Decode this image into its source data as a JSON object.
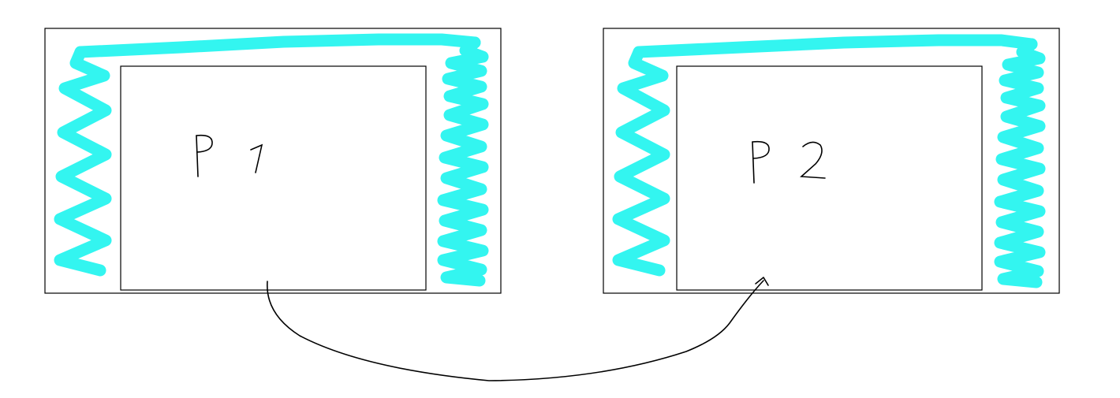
{
  "diagram": {
    "panels": [
      {
        "label": "P 1"
      },
      {
        "label": "P 2"
      }
    ],
    "colors": {
      "scribble": "#33f5f0",
      "stroke": "#000000",
      "background": "#ffffff"
    },
    "connector": {
      "from": "P 1",
      "to": "P 2",
      "style": "hand-drawn-curved-arrow"
    }
  }
}
